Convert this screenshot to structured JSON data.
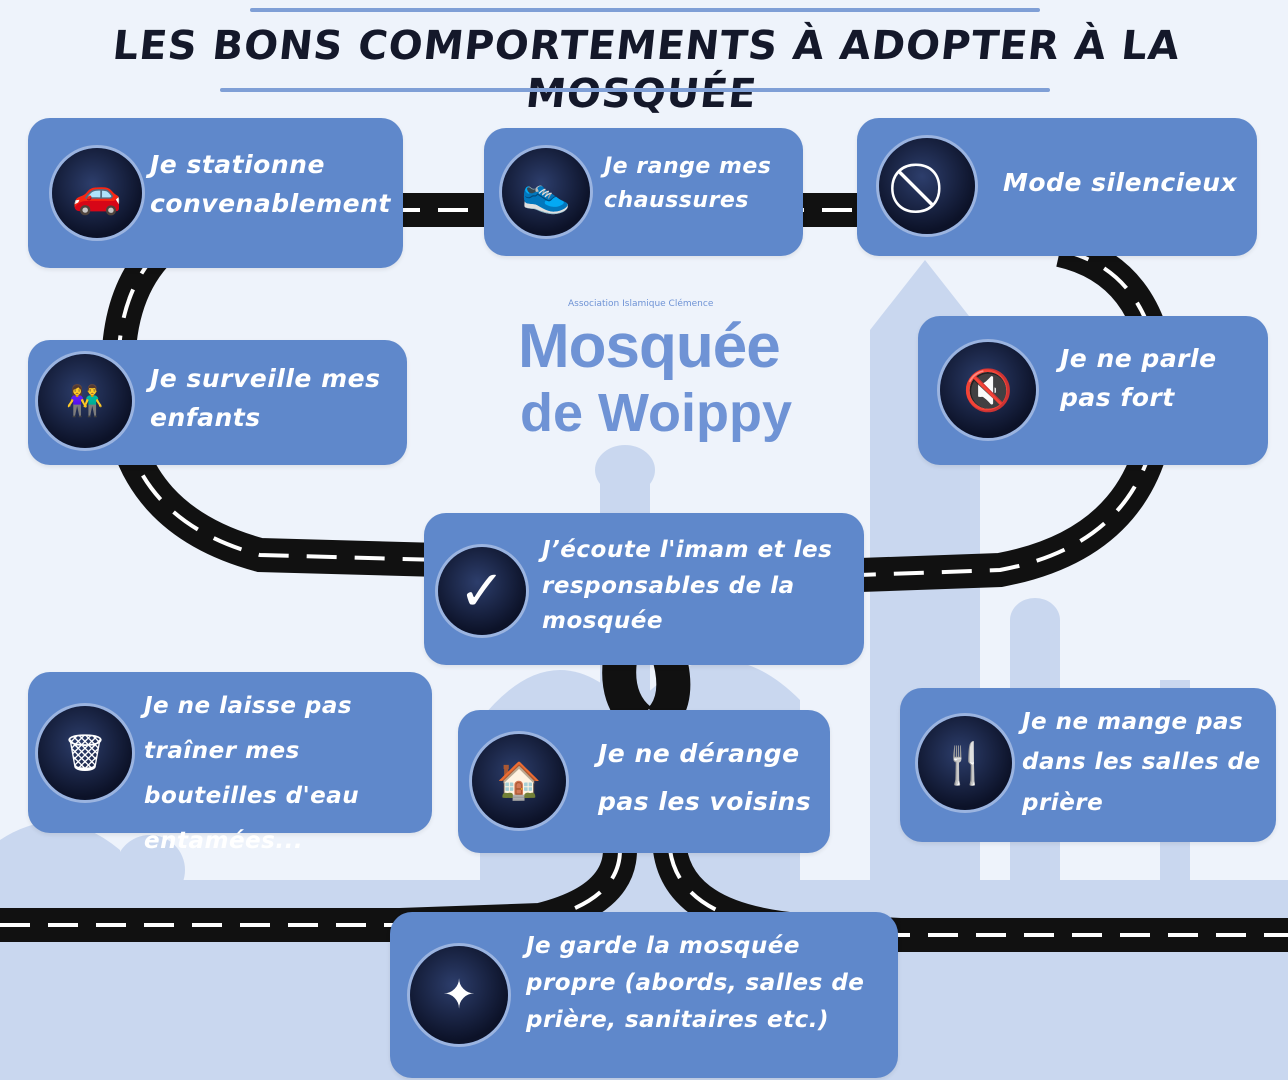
{
  "title": "LES BONS COMPORTEMENTS À ADOPTER À LA MOSQUÉE",
  "logo": {
    "association": "Association Islamique Clémence",
    "line1": "Mosquée",
    "line2": "de Woippy"
  },
  "colors": {
    "card": "#5f88cb",
    "background": "#eef3fb",
    "road": "#111111",
    "icon_bg": "#0c1228"
  },
  "items": [
    {
      "text": "Je stationne convenablement",
      "icon": "parking-car-icon"
    },
    {
      "text": "Je range mes chaussures",
      "icon": "shoe-icon"
    },
    {
      "text": "Mode silencieux",
      "icon": "no-phone-icon"
    },
    {
      "text": "Je surveille mes enfants",
      "icon": "children-icon"
    },
    {
      "text": "Je ne parle pas fort",
      "icon": "no-loud-talking-icon"
    },
    {
      "text": "J’écoute l'imam et les responsables de la mosquée",
      "icon": "checkmark-icon"
    },
    {
      "text": "Je ne laisse pas traîner mes bouteilles d'eau entamées...",
      "icon": "trash-bin-icon"
    },
    {
      "text": "Je ne dérange pas les voisins",
      "icon": "neighbors-icon"
    },
    {
      "text": "Je ne mange pas dans les salles de prière",
      "icon": "no-food-icon"
    },
    {
      "text": "Je garde la mosquée propre (abords, salles de prière, sanitaires etc.)",
      "icon": "sparkles-icon"
    }
  ]
}
